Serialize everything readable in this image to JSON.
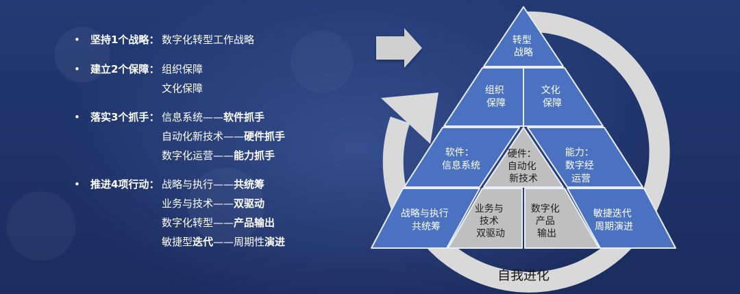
{
  "list": {
    "item1": {
      "head": "坚持1个战略：",
      "line1": "数字化转型工作战略"
    },
    "item2": {
      "head": "建立2个保障：",
      "line1": "组织保障",
      "line2": "文化保障"
    },
    "item3": {
      "head": "落实3个抓手：",
      "l1_plain": "信息系统——",
      "l1_bold": "软件抓手",
      "l2_plain": "自动化新技术——",
      "l2_bold": "硬件抓手",
      "l3_plain": "数字化运营——",
      "l3_bold": "能力抓手"
    },
    "item4": {
      "head": "推进4项行动：",
      "l1_plain": "战略与执行——",
      "l1_bold": "共统筹",
      "l2_plain": "业务与技术——",
      "l2_bold": "双驱动",
      "l3_plain": "数字化转型——",
      "l3_bold": "产品输出",
      "l4_a": "敏捷型",
      "l4_b": "迭代",
      "l4_c": "——周期性",
      "l4_d": "演进"
    }
  },
  "pyramid": {
    "top": [
      "转型",
      "战略"
    ],
    "row2_left": [
      "组织",
      "保障"
    ],
    "row2_right": [
      "文化",
      "保障"
    ],
    "row3_left": [
      "软件：",
      "信息系统"
    ],
    "row3_center": [
      "硬件：",
      "自动化",
      "新技术"
    ],
    "row3_right": [
      "能力：",
      "数字经",
      "运营"
    ],
    "row4_1": [
      "战略与执行",
      "共统筹"
    ],
    "row4_2": [
      "业务与",
      "技术",
      "双驱动"
    ],
    "row4_3": [
      "数字化",
      "产品",
      "输出"
    ],
    "row4_4": [
      "敏捷迭代",
      "周期演进"
    ]
  },
  "cycle_label": "自我进化",
  "colors": {
    "blue": "#4a72c0",
    "gray": "#bfbfbf",
    "ring": "#d9d9d9",
    "arrow": "#d0d0d0"
  }
}
